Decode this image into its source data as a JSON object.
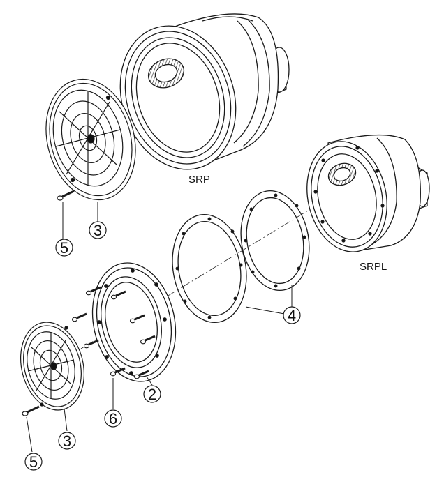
{
  "models": {
    "top": "SRP",
    "bottom": "SRPL"
  },
  "callouts": [
    "3",
    "5",
    "4",
    "2",
    "6",
    "3",
    "5"
  ],
  "colors": {
    "line": "#1a1a1a",
    "background": "#ffffff",
    "shade": "#555555"
  }
}
